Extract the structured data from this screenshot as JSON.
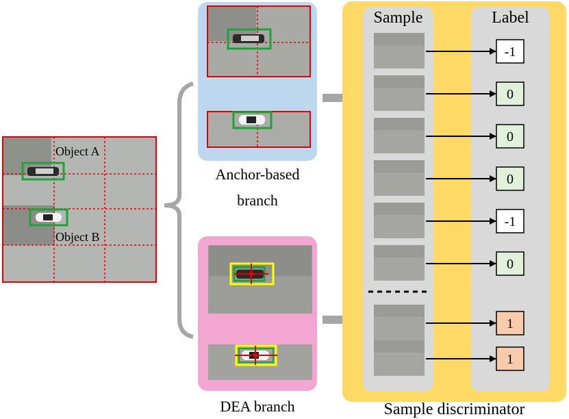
{
  "input_image": {
    "object_a_label": "Object A",
    "object_b_label": "Object B"
  },
  "anchor_branch": {
    "label_line1": "Anchor-based",
    "label_line2": "branch"
  },
  "dea_branch": {
    "label": "DEA branch"
  },
  "discriminator": {
    "sample_header": "Sample",
    "label_header": "Label",
    "caption": "Sample discriminator",
    "rows": [
      {
        "label": "-1",
        "kind": "ignore"
      },
      {
        "label": "0",
        "kind": "negative"
      },
      {
        "label": "0",
        "kind": "negative"
      },
      {
        "label": "0",
        "kind": "negative"
      },
      {
        "label": "-1",
        "kind": "ignore"
      },
      {
        "label": "0",
        "kind": "negative"
      },
      {
        "label": "1",
        "kind": "positive"
      },
      {
        "label": "1",
        "kind": "positive"
      }
    ]
  },
  "colors": {
    "anchor_panel": "#bdd7ee",
    "dea_panel": "#f4a6d2",
    "discriminator_panel": "#ffd966",
    "column_panel": "#d9d9d9",
    "grid_red": "#e00000",
    "box_green": "#1fa23a",
    "box_yellow": "#ffff00",
    "label_ignore_fill": "#ffffff",
    "label_negative_fill": "#e2efda",
    "label_positive_fill": "#f8cbad",
    "arrow_gray": "#a6a6a6"
  }
}
